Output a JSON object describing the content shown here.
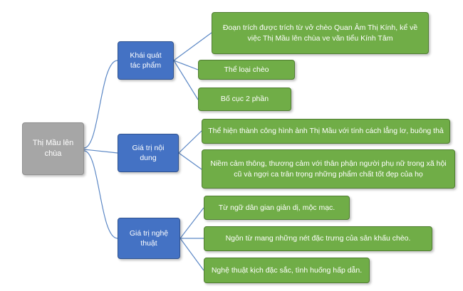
{
  "colors": {
    "root": "#a6a6a6",
    "category": "#4472c4",
    "leaf": "#70ad47",
    "connector": "#5b87c5"
  },
  "root": {
    "label": "Thị Mầu lên chùa"
  },
  "categories": [
    {
      "label": "Khái quát tác phẩm",
      "items": [
        "Đoạn trích được trích từ vở chèo Quan Âm Thị Kính, kể về việc Thị Mầu lên chùa ve vãn tiểu Kính Tâm",
        "Thể loại chèo",
        "Bố cục 2 phần"
      ]
    },
    {
      "label": "Giá trị nội dung",
      "items": [
        "Thể hiện thành công hình ảnh Thị Mầu với tính cách lẳng lơ, buông thả",
        "Niềm cảm thông, thương cảm với thân phận người phụ nữ trong xã hội cũ và ngợi ca trân trọng những phẩm chất tốt đẹp của họ"
      ]
    },
    {
      "label": "Giá trị nghệ thuật",
      "items": [
        "Từ ngữ dân gian giản dị, mộc mạc.",
        "Ngôn từ mang những nét đặc trưng của sân khấu chèo.",
        "Nghệ thuật kịch đặc sắc, tình huống hấp dẫn."
      ]
    }
  ]
}
